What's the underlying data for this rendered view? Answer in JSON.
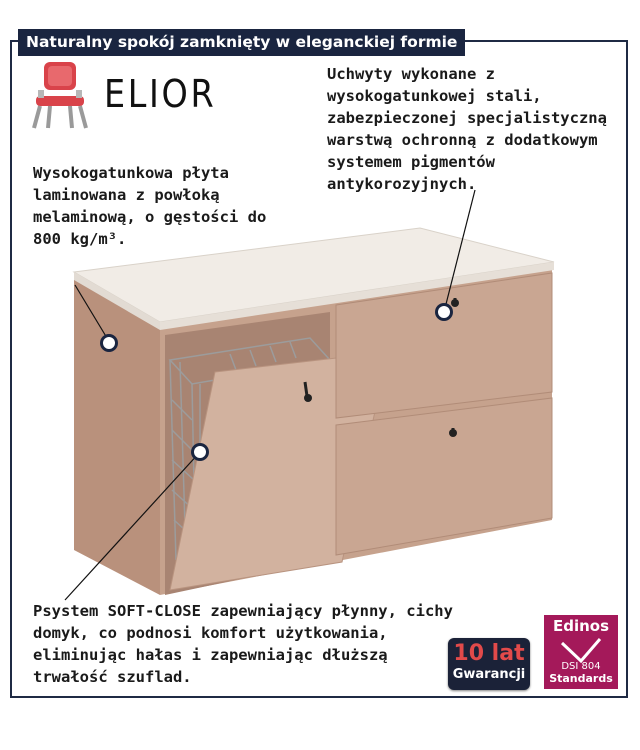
{
  "header": {
    "title": "Naturalny spokój zamknięty w eleganckiej formie"
  },
  "brand": {
    "name": "ELIOR",
    "icon": "chair-icon"
  },
  "notes": {
    "left": "Wysokogatunkowa płyta laminowana z powłoką melaminową, o gęstości do 800 kg/m³.",
    "right": "Uchwyty wykonane z wysokogatunkowej stali, zabezpieczonej specjalistyczną warstwą ochronną z dodatkowym systemem pigmentów antykorozyjnych.",
    "bottom_prefix": "Psystem ",
    "bottom_bold": "SOFT-CLOSE",
    "bottom_suffix": " zapewniający płynny, cichy domyk, co podnosi komfort użytkowania, eliminując hałas i zapewniając dłuższą trwałość szuflad."
  },
  "badges": {
    "warranty_big": "10 lat",
    "warranty_small": "Gwarancji",
    "edinos_title": "Edinos",
    "edinos_code": "DSI 804",
    "edinos_sub": "Standards"
  },
  "colors": {
    "header_bg": "#1a2540",
    "cabinet": "#c9a692",
    "top": "#f1ece6",
    "accent": "#a4195a"
  }
}
